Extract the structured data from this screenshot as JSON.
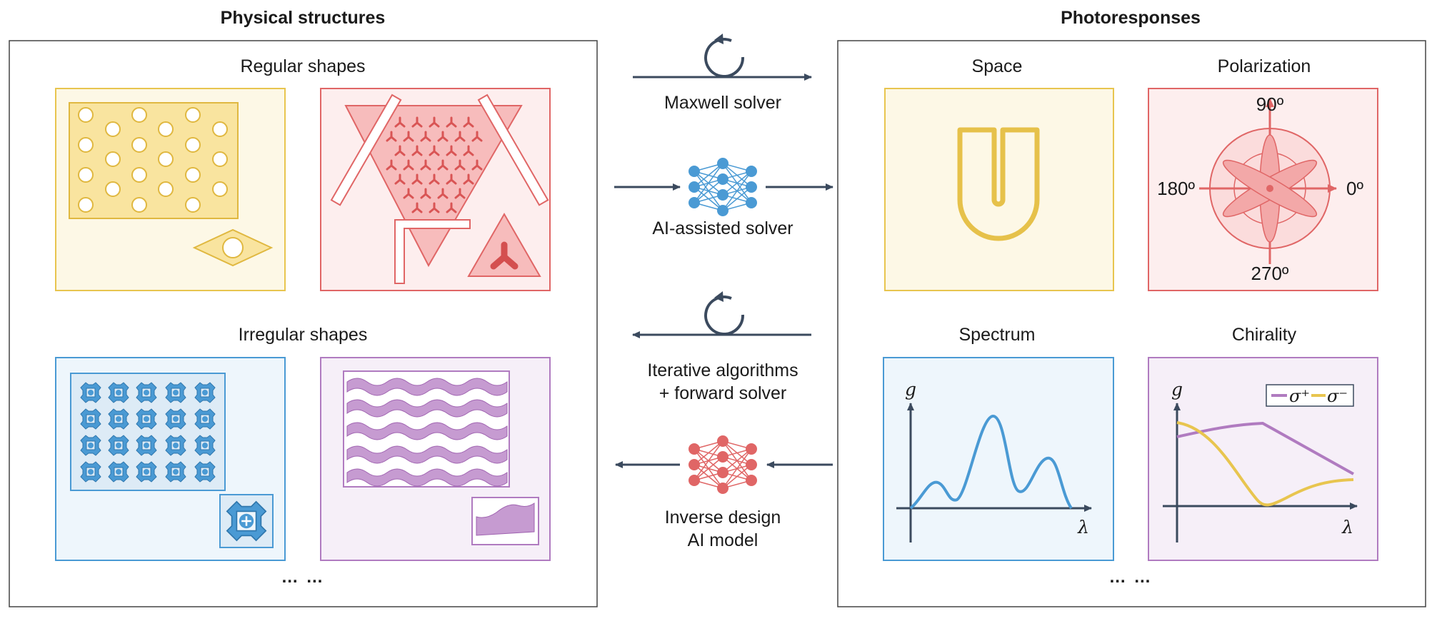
{
  "left_panel": {
    "heading": "Physical structures",
    "regular_title": "Regular shapes",
    "irregular_title": "Irregular shapes",
    "more": "… …"
  },
  "right_panel": {
    "heading": "Photoresponses",
    "space_title": "Space",
    "polarization_title": "Polarization",
    "spectrum_title": "Spectrum",
    "chirality_title": "Chirality",
    "more": "… …",
    "polar_labels": {
      "top": "90º",
      "left": "180º",
      "right": "0º",
      "bottom": "270º"
    },
    "spectrum_axes": {
      "y": "g",
      "x": "λ"
    },
    "chirality_axes": {
      "y": "g",
      "x": "λ"
    },
    "chirality_legend": {
      "plus": "σ⁺",
      "minus": "σ⁻"
    }
  },
  "middle": {
    "forward_solver_label": "Maxwell solver",
    "ai_solver_label": "AI-assisted solver",
    "iterative_label_line1": "Iterative algorithms",
    "iterative_label_line2": "+ forward solver",
    "inverse_label_line1": "Inverse design",
    "inverse_label_line2": "AI model"
  },
  "colors": {
    "yellow": "#e8c54f",
    "red": "#e06666",
    "blue": "#4a9ad4",
    "purple": "#b07bc0",
    "dark": "#3b4a5e"
  }
}
